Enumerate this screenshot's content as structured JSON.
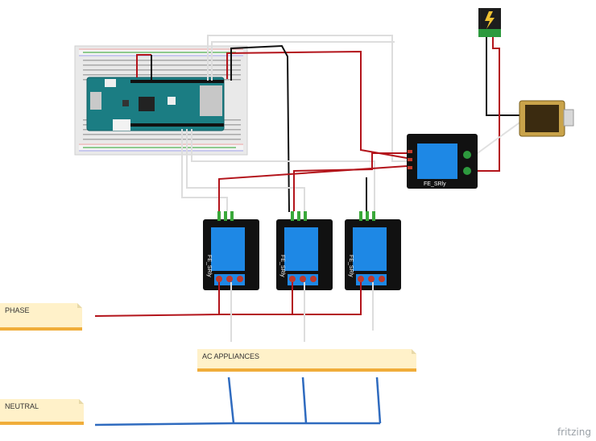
{
  "notes": {
    "phase": "PHASE",
    "ac": "AC APPLIANCES",
    "neutral": "NEUTRAL"
  },
  "relays": {
    "label": "FE_SRly"
  },
  "credit": "fritzing",
  "icons": {
    "power_jack": "power-jack-icon",
    "solenoid": "solenoid-lock-icon"
  },
  "colors": {
    "wire_red": "#b3141b",
    "wire_black": "#1a1a1a",
    "wire_blue": "#2f6bbf",
    "relay_board": "#111111",
    "relay_module": "#1e88e5",
    "arduino": "#1b7d83",
    "note_bg": "#fff1c9",
    "note_border": "#f0ad3a"
  }
}
